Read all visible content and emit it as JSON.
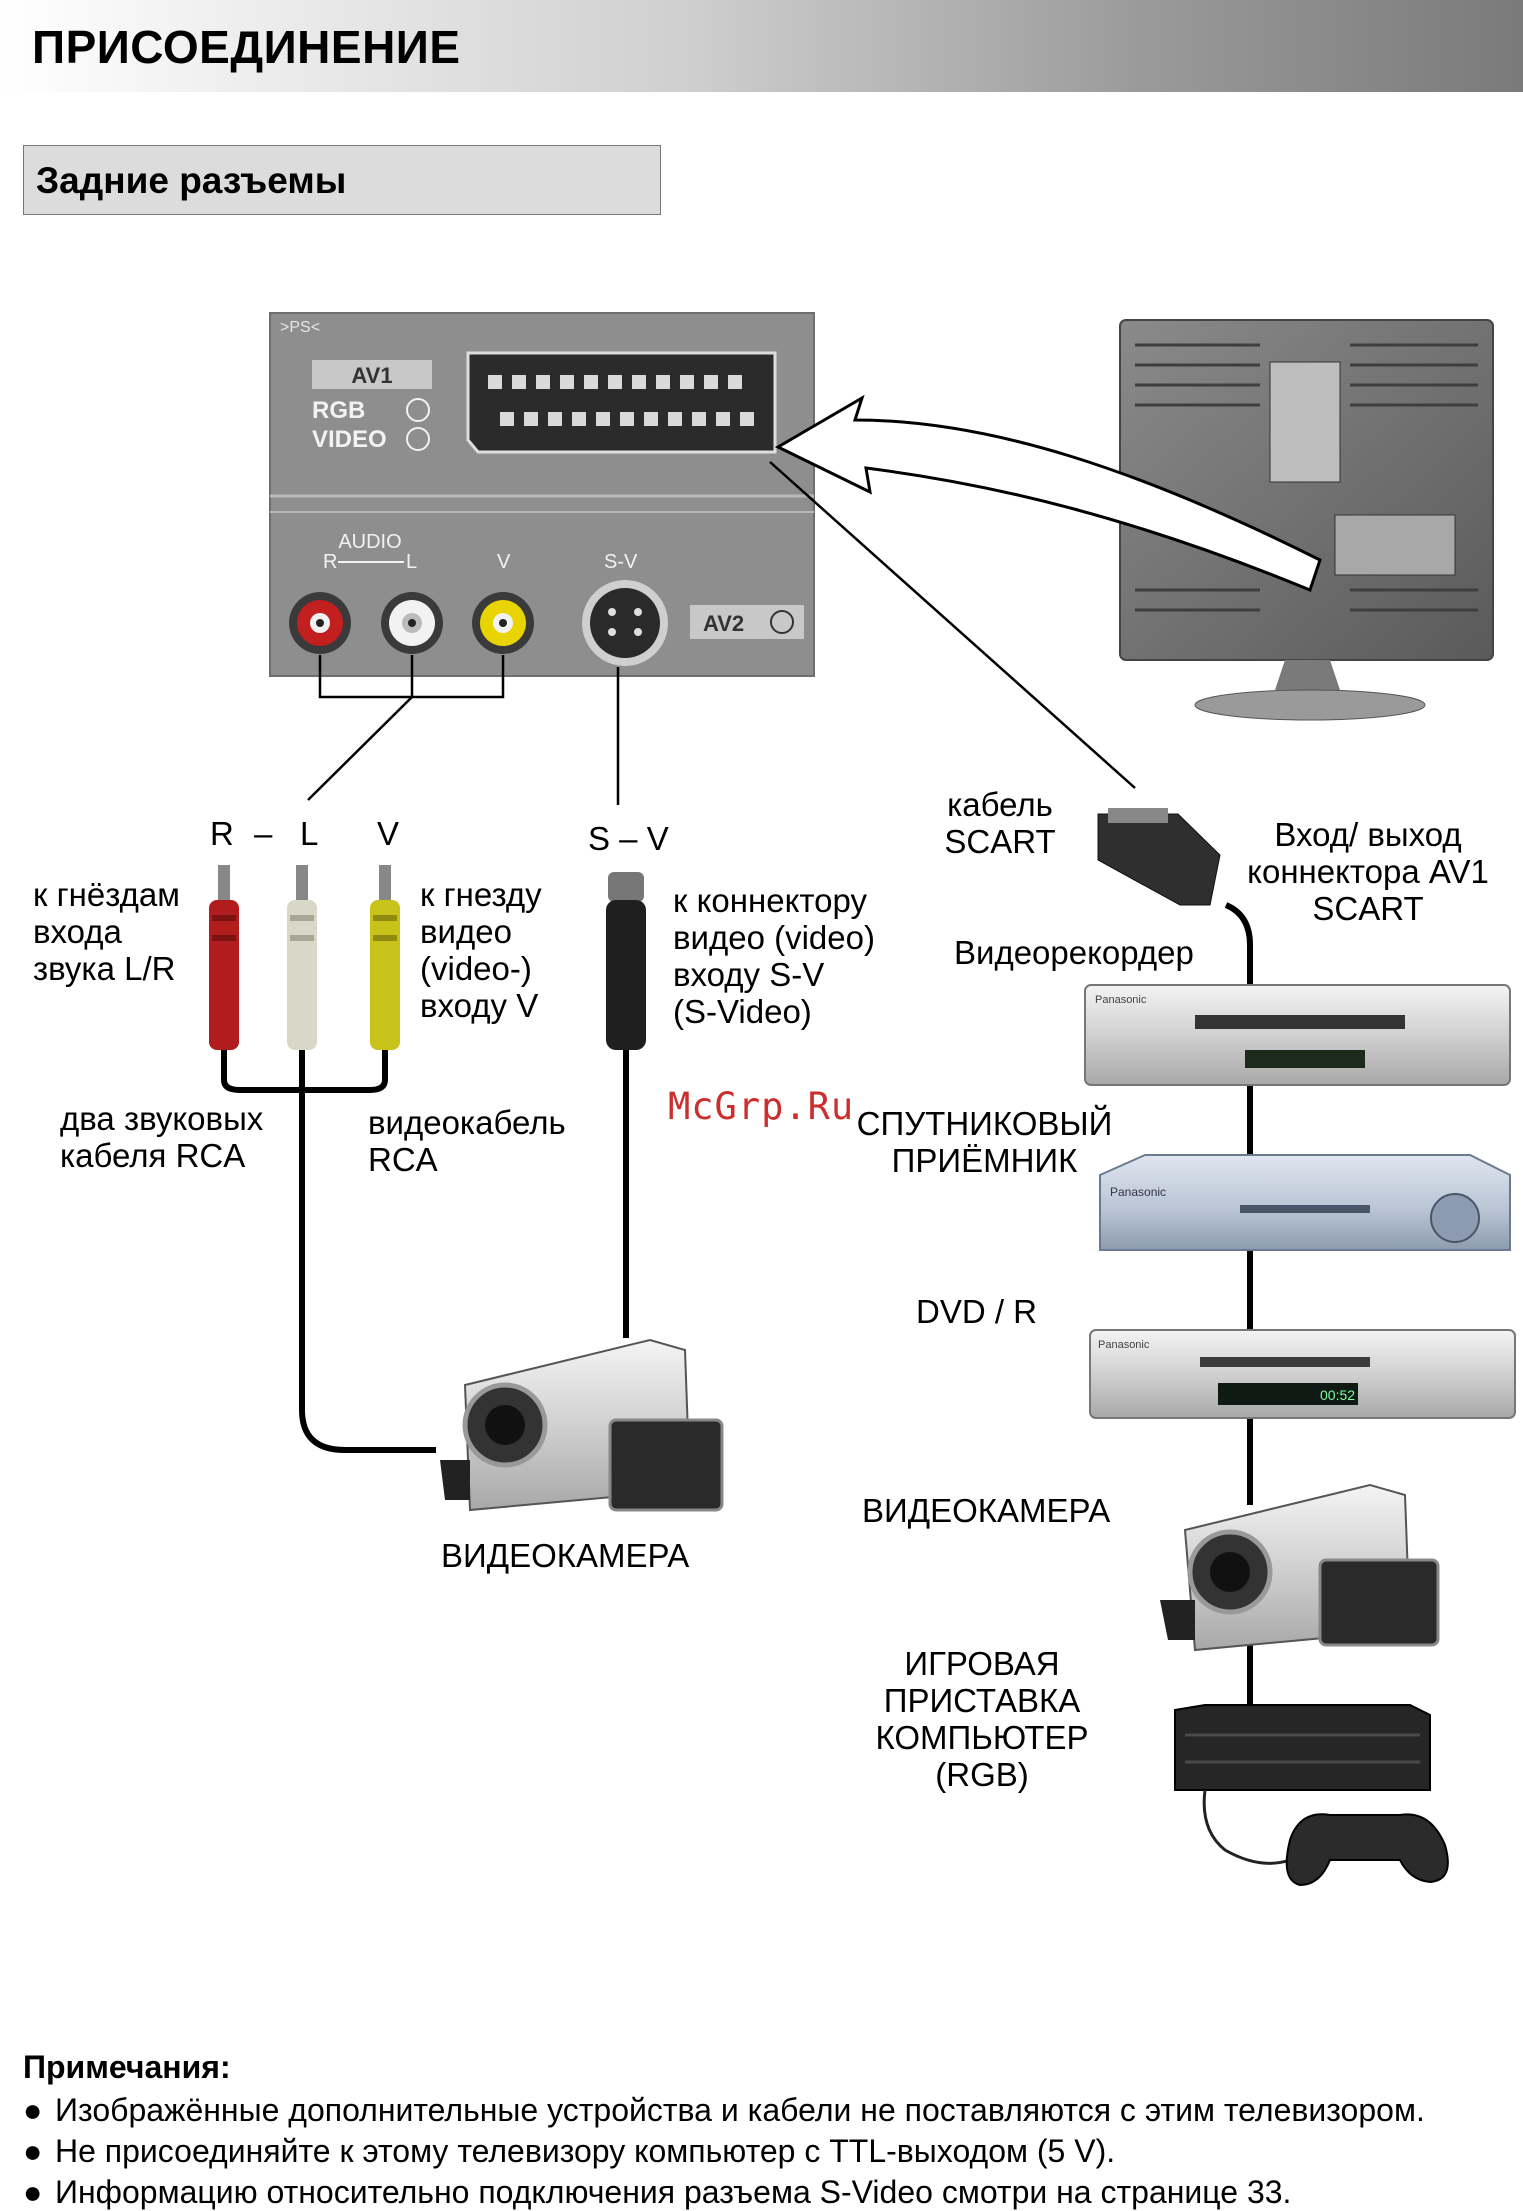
{
  "header": {
    "title": "ПРИСОЕДИНЕНИЕ"
  },
  "section": {
    "title": "Задние разъемы"
  },
  "panel": {
    "ps": ">PS<",
    "av1": "AV1",
    "rgb": "RGB",
    "video": "VIDEO",
    "audio": "AUDIO",
    "r": "R",
    "l": "L",
    "v": "V",
    "sv": "S-V",
    "av2": "AV2"
  },
  "labels": {
    "plug_r": "R",
    "plug_dash": "–",
    "plug_l": "L",
    "plug_v": "V",
    "plug_sv": "S – V",
    "audio_jacks": "к гнёздам\nвхода\nзвука L/R",
    "video_jack": "к гнезду\nвидео\n(video-)\nвходу V",
    "sv_connector": "к коннектору\nвидео (video)\nвходу S-V\n(S-Video)",
    "scart_cable": "кабель\nSCART",
    "av1_io": "Вход/ выход\nконнектора AV1\nSCART",
    "vcr": "Видеорекордер",
    "audio_cables": "два звуковых\nкабеля RCA",
    "video_cable": "видеокабель\nRCA",
    "satellite": "СПУТНИКОВЫЙ\nПРИЁМНИК",
    "dvd": "DVD / R",
    "camcorder_left": "ВИДЕОКАМЕРА",
    "camcorder_right": "ВИДЕОКАМЕРА",
    "game": "ИГРОВАЯ\nПРИСТАВКА\nКОМПЬЮТЕР\n(RGB)"
  },
  "devices": {
    "vcr_brand": "Panasonic",
    "satellite_brand": "Panasonic",
    "dvd_brand": "Panasonic",
    "dvd_display": "00:52"
  },
  "watermark": "McGrp.Ru",
  "notes": {
    "title": "Примечания:",
    "items": [
      "Изображённые дополнительные устройства и кабели не поставляются с этим телевизором.",
      "Не присоединяйте к этому телевизору компьютер с TTL-выходом (5 V).",
      "Информацию относительно подключения разъема S-Video смотри на странице 33."
    ]
  },
  "colors": {
    "red_plug": "#b11c1c",
    "white_plug": "#d8d8c8",
    "yellow_plug": "#c9c21a",
    "panel": "#8e8e8e",
    "accent_watermark": "#cc2d2d"
  }
}
